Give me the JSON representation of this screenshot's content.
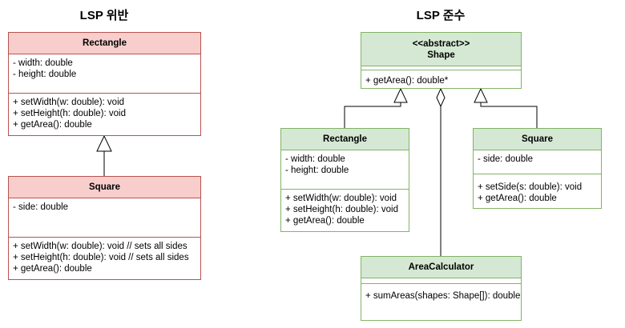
{
  "left": {
    "title": "LSP 위반",
    "rectangle": {
      "name": "Rectangle",
      "attributes": [
        "- width: double",
        "- height: double"
      ],
      "methods": [
        "+ setWidth(w: double): void",
        "+ setHeight(h: double): void",
        "+ getArea(): double"
      ]
    },
    "square": {
      "name": "Square",
      "attributes": [
        "- side: double"
      ],
      "methods": [
        "+ setWidth(w: double): void // sets all sides",
        "+ setHeight(h: double): void // sets all sides",
        "+ getArea(): double"
      ]
    }
  },
  "right": {
    "title": "LSP 준수",
    "shape": {
      "stereotype": "<<abstract>>",
      "name": "Shape",
      "methods": [
        "+ getArea(): double*"
      ]
    },
    "rectangle": {
      "name": "Rectangle",
      "attributes": [
        "- width: double",
        "- height: double"
      ],
      "methods": [
        "+ setWidth(w: double): void",
        "+ setHeight(h: double): void",
        "+ getArea(): double"
      ]
    },
    "square": {
      "name": "Square",
      "attributes": [
        "- side: double"
      ],
      "methods": [
        "+ setSide(s: double): void",
        "+ getArea(): double"
      ]
    },
    "area_calculator": {
      "name": "AreaCalculator",
      "methods": [
        "+ sumAreas(shapes: Shape[]): double"
      ]
    }
  },
  "colors": {
    "violation_fill": "#f8cecc",
    "violation_stroke": "#b85450",
    "compliant_fill": "#d5e8d4",
    "compliant_stroke": "#82b366"
  }
}
